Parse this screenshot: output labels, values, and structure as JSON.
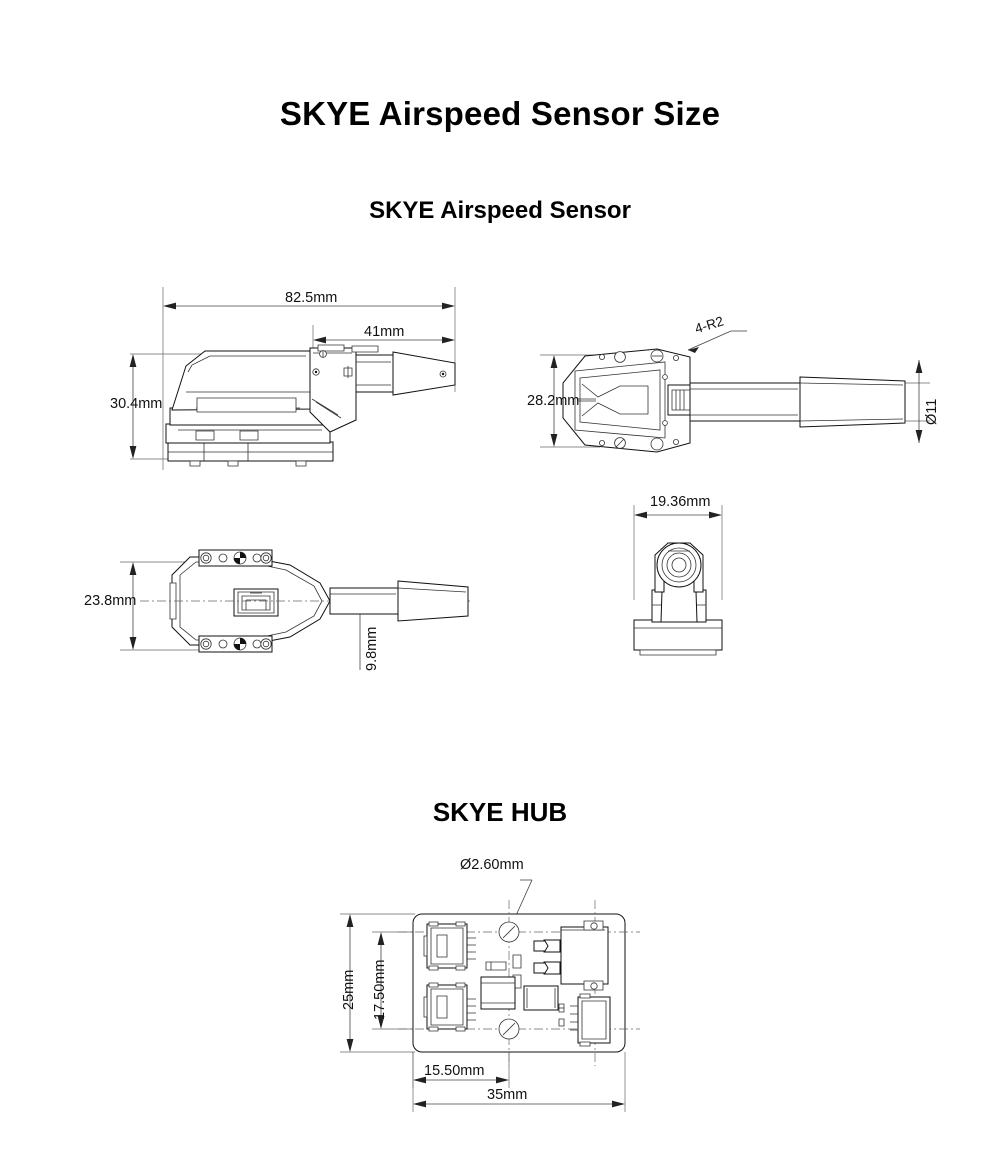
{
  "page": {
    "background_color": "#ffffff",
    "ink_color": "#111111"
  },
  "headings": {
    "main_title": "SKYE Airspeed Sensor Size",
    "sensor_section_title": "SKYE Airspeed Sensor",
    "hub_section_title": "SKYE HUB"
  },
  "drawings": {
    "sensor_side_view": {
      "name": "side-view",
      "dimensions": {
        "overall_length": "82.5mm",
        "probe_length": "41mm",
        "overall_height": "30.4mm"
      }
    },
    "sensor_top_view": {
      "name": "top-view",
      "dimensions": {
        "body_width": "28.2mm",
        "corner_radius_note": "4-R2",
        "probe_diameter": "Ø11"
      }
    },
    "sensor_bottom_view": {
      "name": "bottom-view",
      "dimensions": {
        "body_width": "23.8mm",
        "probe_offset": "9.8mm"
      }
    },
    "sensor_front_view": {
      "name": "front-view",
      "dimensions": {
        "mount_width": "19.36mm"
      }
    },
    "hub_board": {
      "name": "hub-top-view",
      "dimensions": {
        "hole_diameter": "Ø2.60mm",
        "board_height": "25mm",
        "hole_spacing_vertical": "17.50mm",
        "hole_offset_horizontal": "15.50mm",
        "board_width": "35mm"
      }
    }
  }
}
